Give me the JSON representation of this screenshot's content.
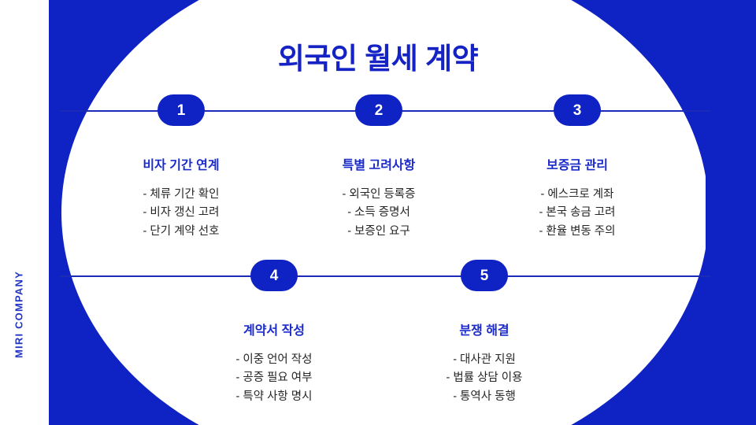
{
  "slide": {
    "title": "외국인 월세 계약",
    "brand": "MIRI COMPANY",
    "colors": {
      "blue": "#0f22c4",
      "title_blue": "#1522c4",
      "heading_blue": "#1b2bc9",
      "body_text": "#262626",
      "rail": "#1b2bb8",
      "white": "#ffffff"
    }
  },
  "steps": [
    {
      "number": "1",
      "heading": "비자 기간 연계",
      "items": [
        "- 체류 기간 확인",
        "- 비자 갱신 고려",
        "- 단기 계약 선호"
      ]
    },
    {
      "number": "2",
      "heading": "특별 고려사항",
      "items": [
        "- 외국인 등록증",
        "- 소득 증명서",
        "- 보증인 요구"
      ]
    },
    {
      "number": "3",
      "heading": "보증금 관리",
      "items": [
        "- 에스크로 계좌",
        "- 본국 송금 고려",
        "- 환율 변동 주의"
      ]
    },
    {
      "number": "4",
      "heading": "계약서 작성",
      "items": [
        "- 이중 언어 작성",
        "- 공증 필요 여부",
        "- 특약 사항 명시"
      ]
    },
    {
      "number": "5",
      "heading": "분쟁 해결",
      "items": [
        "- 대사관 지원",
        "- 법률 상담 이용",
        "- 통역사 동행"
      ]
    }
  ],
  "decorations": {
    "sparkle_icon": "four-point-star",
    "left_bar_icon": "vertical-blue-bar",
    "right_bar_icon": "vertical-blue-bar",
    "backdrop_icon": "blue-field-with-white-ellipse"
  }
}
